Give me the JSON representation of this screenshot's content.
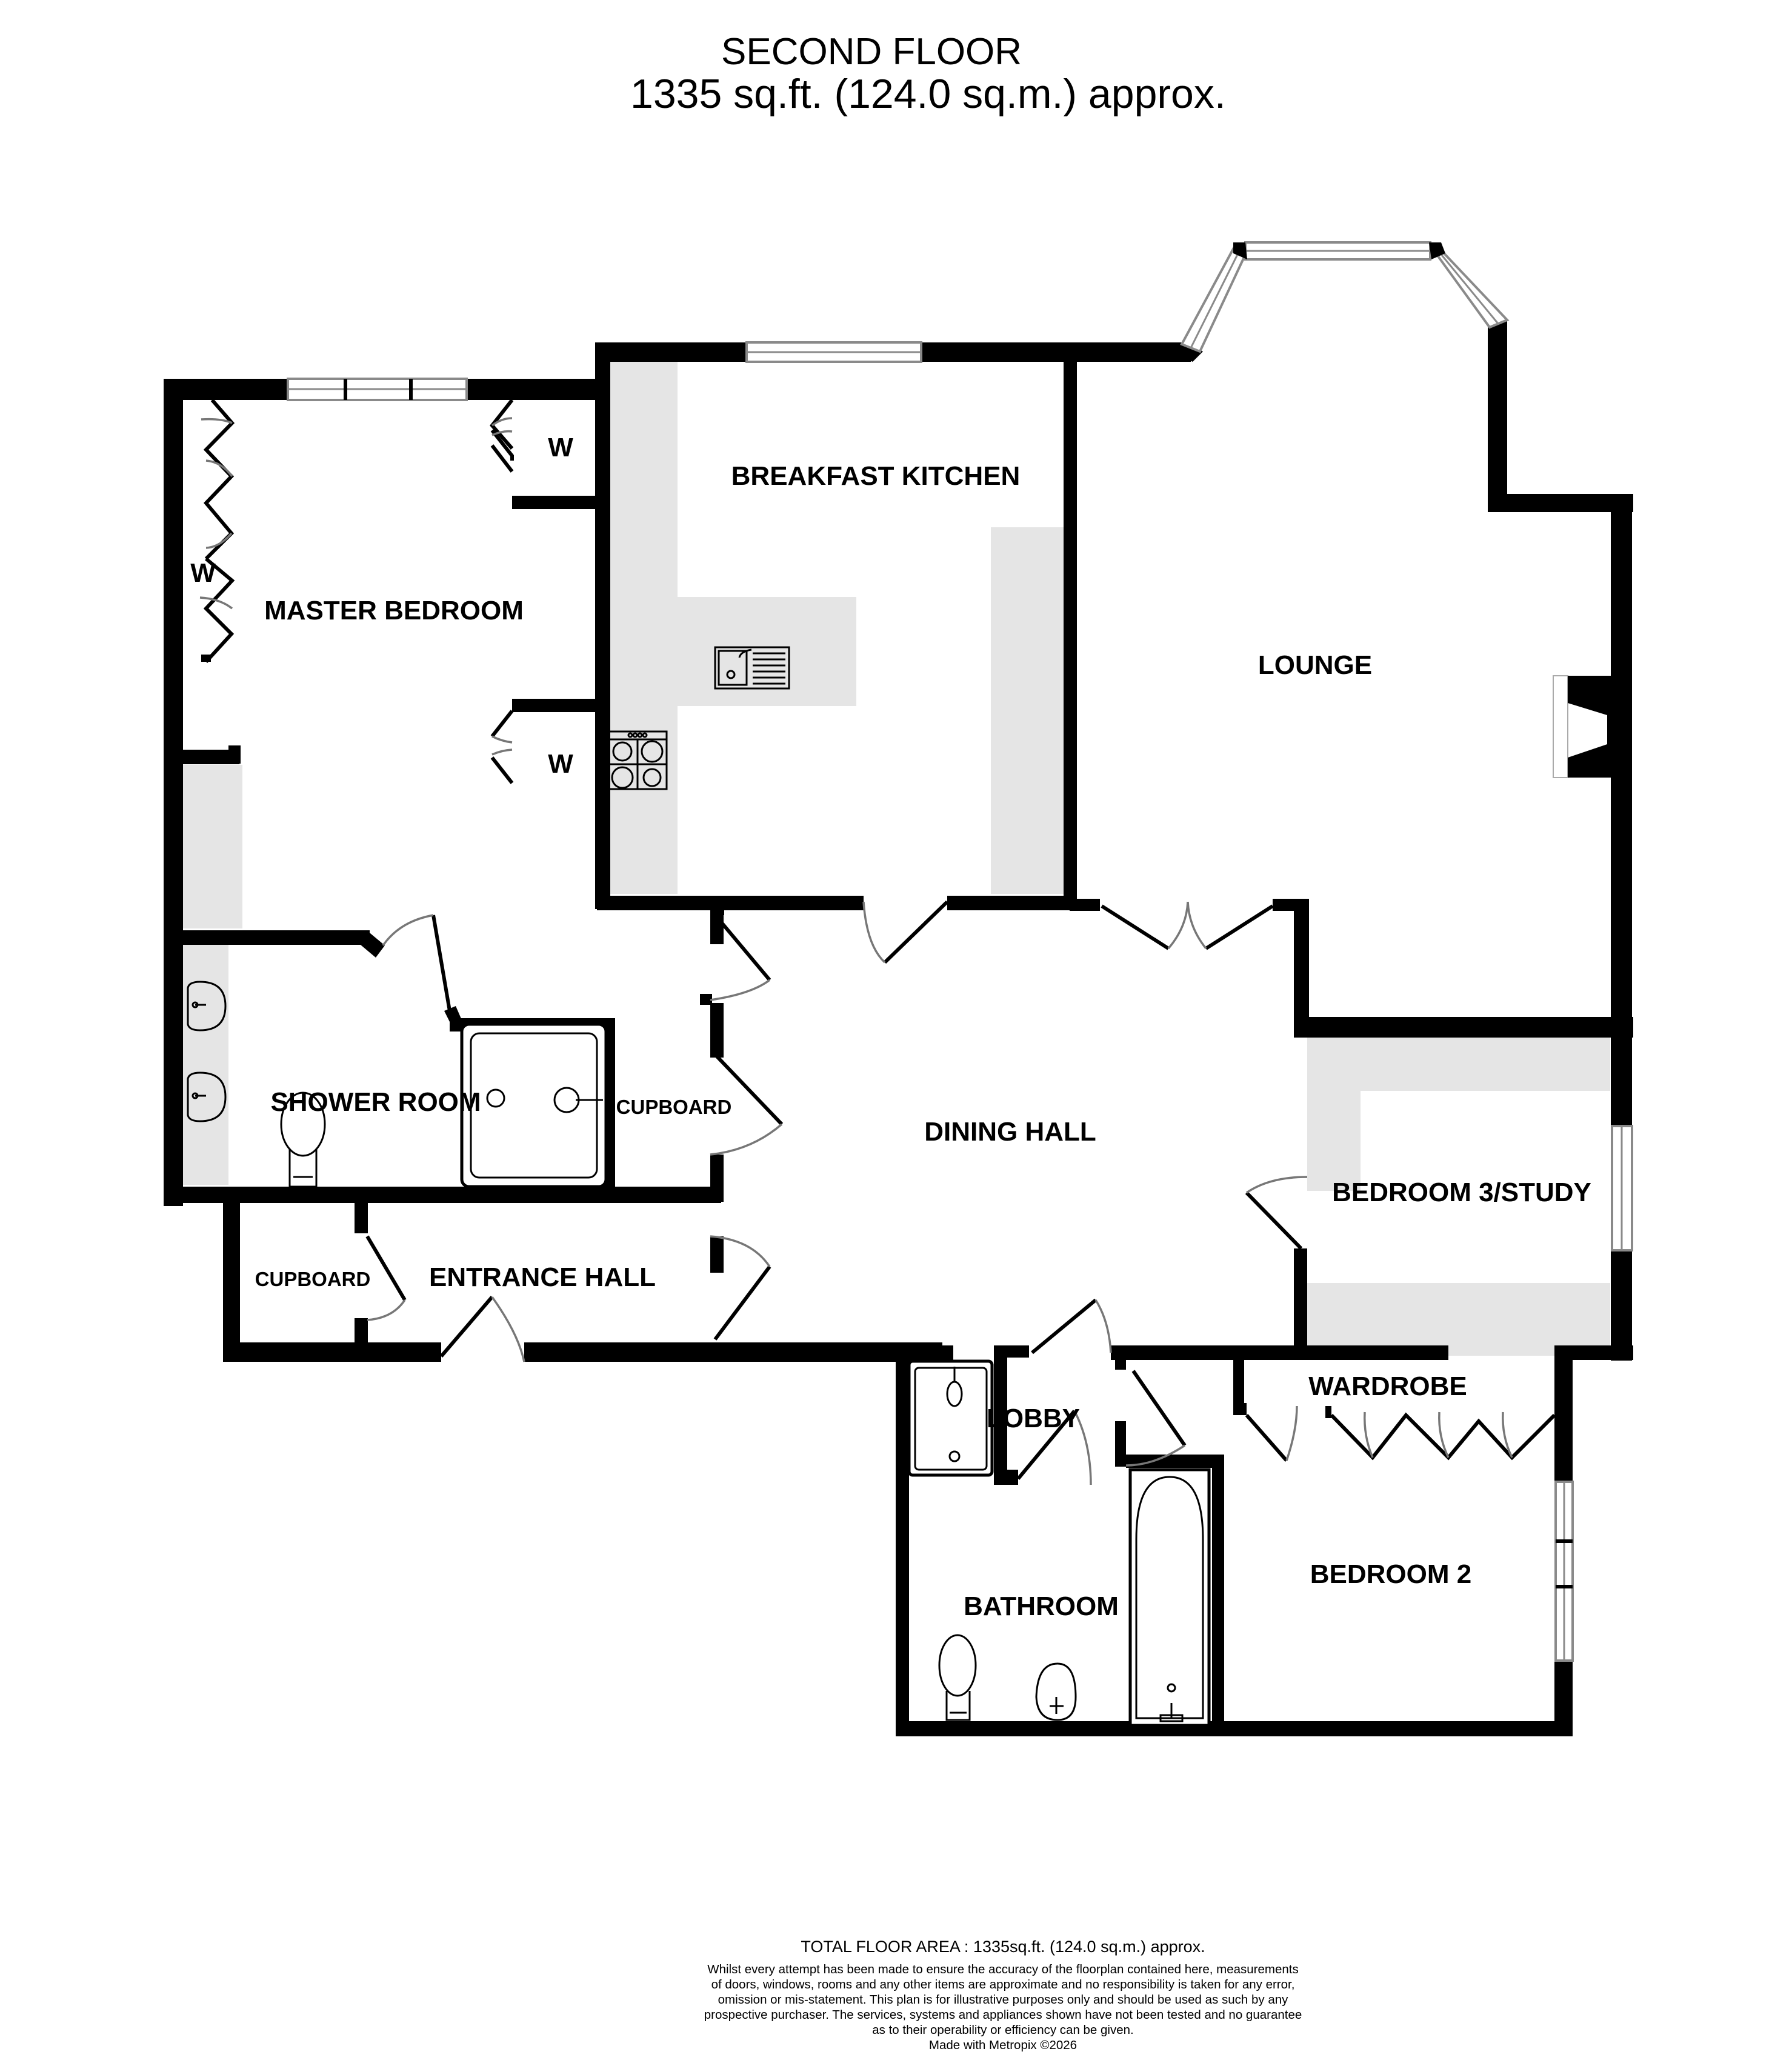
{
  "header": {
    "floor_name": "SECOND FLOOR",
    "area": "1335 sq.ft. (124.0 sq.m.) approx."
  },
  "rooms": {
    "master_bedroom": "MASTER BEDROOM",
    "wardrobe_w_left": "W",
    "wardrobe_w_top_right": "W",
    "wardrobe_w_bottom_right": "W",
    "breakfast_kitchen": "BREAKFAST KITCHEN",
    "lounge": "LOUNGE",
    "shower_room": "SHOWER ROOM",
    "cupboard_shower": "CUPBOARD",
    "dining_hall": "DINING HALL",
    "bedroom3_study": "BEDROOM 3/STUDY",
    "cupboard_entrance": "CUPBOARD",
    "entrance_hall": "ENTRANCE HALL",
    "lobby": "LOBBY",
    "wardrobe": "WARDROBE",
    "bathroom": "BATHROOM",
    "bedroom2": "BEDROOM 2"
  },
  "colors": {
    "wall": "#000000",
    "fitted_units": "#e5e5e5",
    "window_frame": "#8a8a8a",
    "door_arc": "#777777"
  },
  "footer": {
    "total_area": "TOTAL FLOOR AREA : 1335sq.ft. (124.0 sq.m.) approx.",
    "disclaimer_lines": [
      "Whilst every attempt has been made to ensure the accuracy of the floorplan contained here, measurements",
      "of doors, windows, rooms and any other items are approximate and no responsibility is taken for any error,",
      "omission or mis-statement. This plan is for illustrative purposes only and should be used as such by any",
      "prospective purchaser. The services, systems and appliances shown have not been tested and no guarantee",
      "as to their operability or efficiency can be given."
    ],
    "credit": "Made with Metropix ©2026"
  }
}
